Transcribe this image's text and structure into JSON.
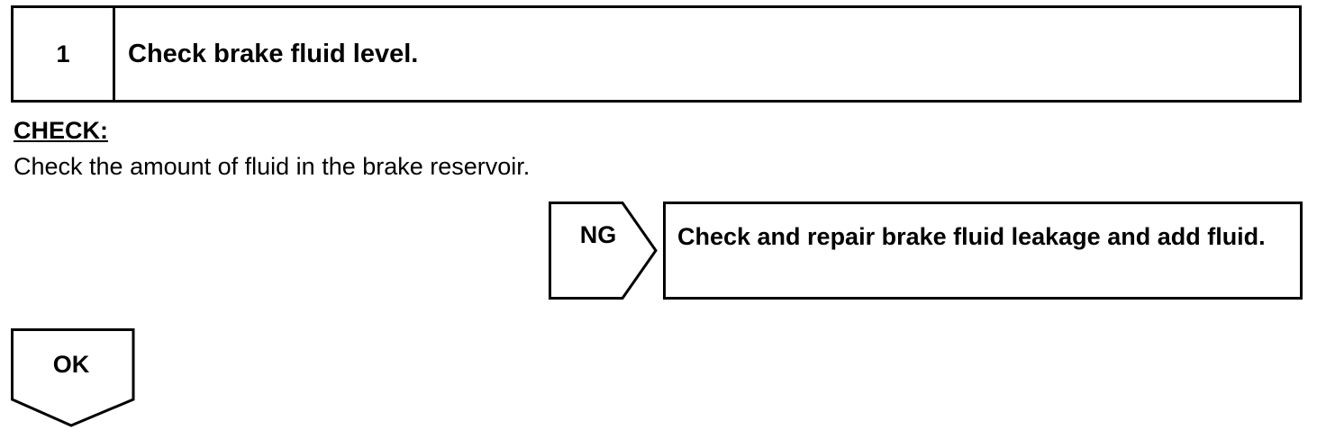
{
  "step": {
    "number": "1",
    "title": "Check brake fluid level."
  },
  "check": {
    "heading": "CHECK:",
    "text": "Check the amount of fluid in the brake reservoir."
  },
  "ng": {
    "label": "NG",
    "action": "Check and repair brake fluid leakage and add fluid."
  },
  "ok": {
    "label": "OK"
  }
}
